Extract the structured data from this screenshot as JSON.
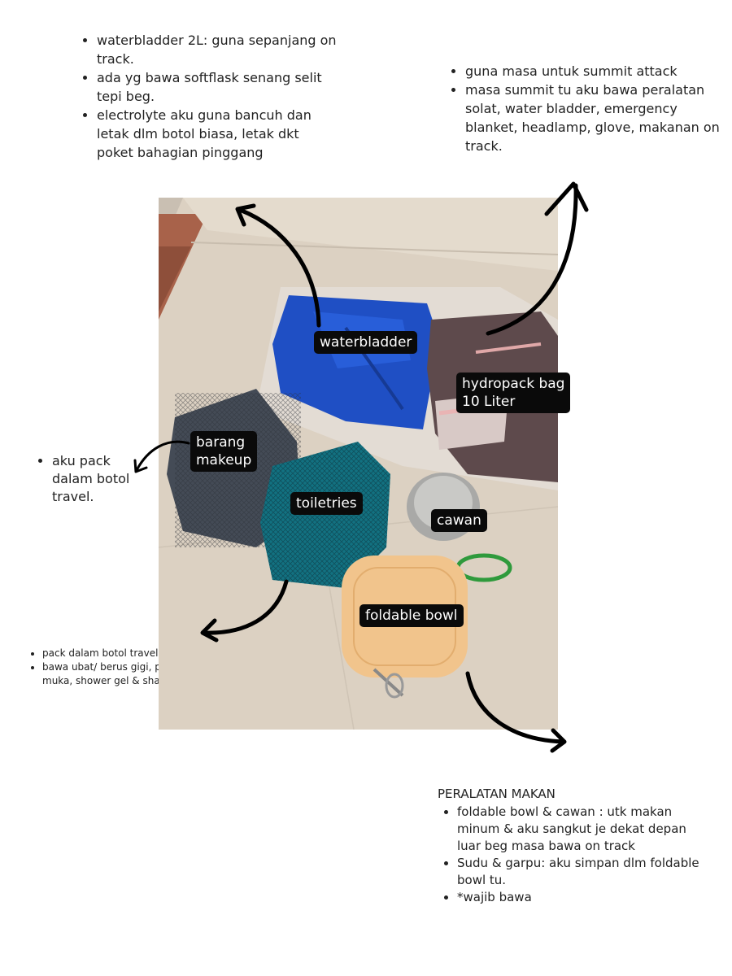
{
  "notes": {
    "waterbladder": [
      "waterbladder 2L: guna sepanjang on track.",
      "ada yg bawa softflask senang selit tepi beg.",
      "electrolyte aku guna bancuh dan letak dlm botol biasa, letak dkt poket bahagian pinggang"
    ],
    "hydropack": [
      "guna masa untuk summit attack",
      "masa summit tu aku bawa peralatan solat, water bladder, emergency blanket, headlamp, glove, makanan on track."
    ],
    "makeup": [
      "aku pack dalam botol travel."
    ],
    "toiletries": [
      "pack dalam botol travel juga.",
      "bawa ubat/ berus gigi, pencuci muka, shower gel & shampoo"
    ],
    "peralatan_makan": {
      "heading": "PERALATAN MAKAN",
      "items": [
        "foldable bowl & cawan :  utk makan minum & aku sangkut je dekat depan luar beg masa bawa on track",
        "Sudu & garpu: aku simpan dlm foldable bowl tu.",
        "*wajib bawa"
      ]
    }
  },
  "labels": {
    "waterbladder": "waterbladder",
    "hydropack_line1": "hydropack bag",
    "hydropack_line2": "10 Liter",
    "barang_line1": "barang",
    "barang_line2": "makeup",
    "toiletries": "toiletries",
    "cawan": "cawan",
    "foldable_bowl": "foldable bowl"
  },
  "colors": {
    "label_bg": "#0a0a0a",
    "label_text": "#ffffff",
    "arrow": "#000000",
    "waterbladder_blue": "#1f4fc4",
    "bowl_orange": "#f1c48c",
    "carabiner_green": "#2f9a3c"
  }
}
